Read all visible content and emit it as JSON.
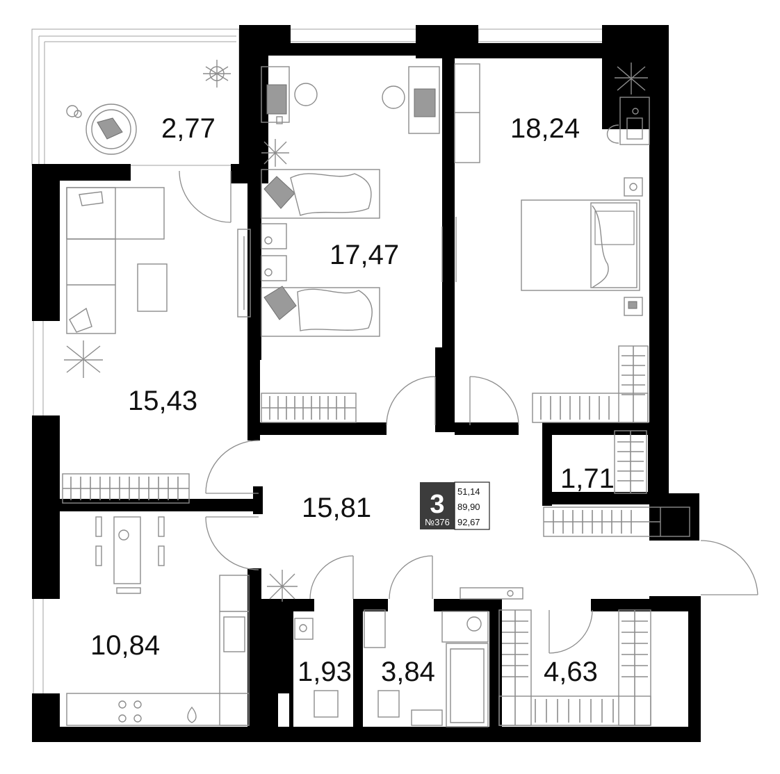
{
  "apartment": {
    "rooms_count": "3",
    "apartment_number": "№376",
    "areas": [
      "51,14",
      "89,90",
      "92,67"
    ]
  },
  "rooms": [
    {
      "id": "balcony",
      "area": "2,77"
    },
    {
      "id": "bedroom-children",
      "area": "17,47"
    },
    {
      "id": "bedroom-master",
      "area": "18,24"
    },
    {
      "id": "living-room",
      "area": "15,43"
    },
    {
      "id": "hallway",
      "area": "15,81"
    },
    {
      "id": "storage",
      "area": "1,71"
    },
    {
      "id": "kitchen",
      "area": "10,84"
    },
    {
      "id": "wc",
      "area": "1,93"
    },
    {
      "id": "bathroom",
      "area": "3,84"
    },
    {
      "id": "wardrobe",
      "area": "4,63"
    }
  ],
  "colors": {
    "wall": "#000000",
    "badge": "#3c3c3c",
    "furniture": "#8c8c8c"
  }
}
